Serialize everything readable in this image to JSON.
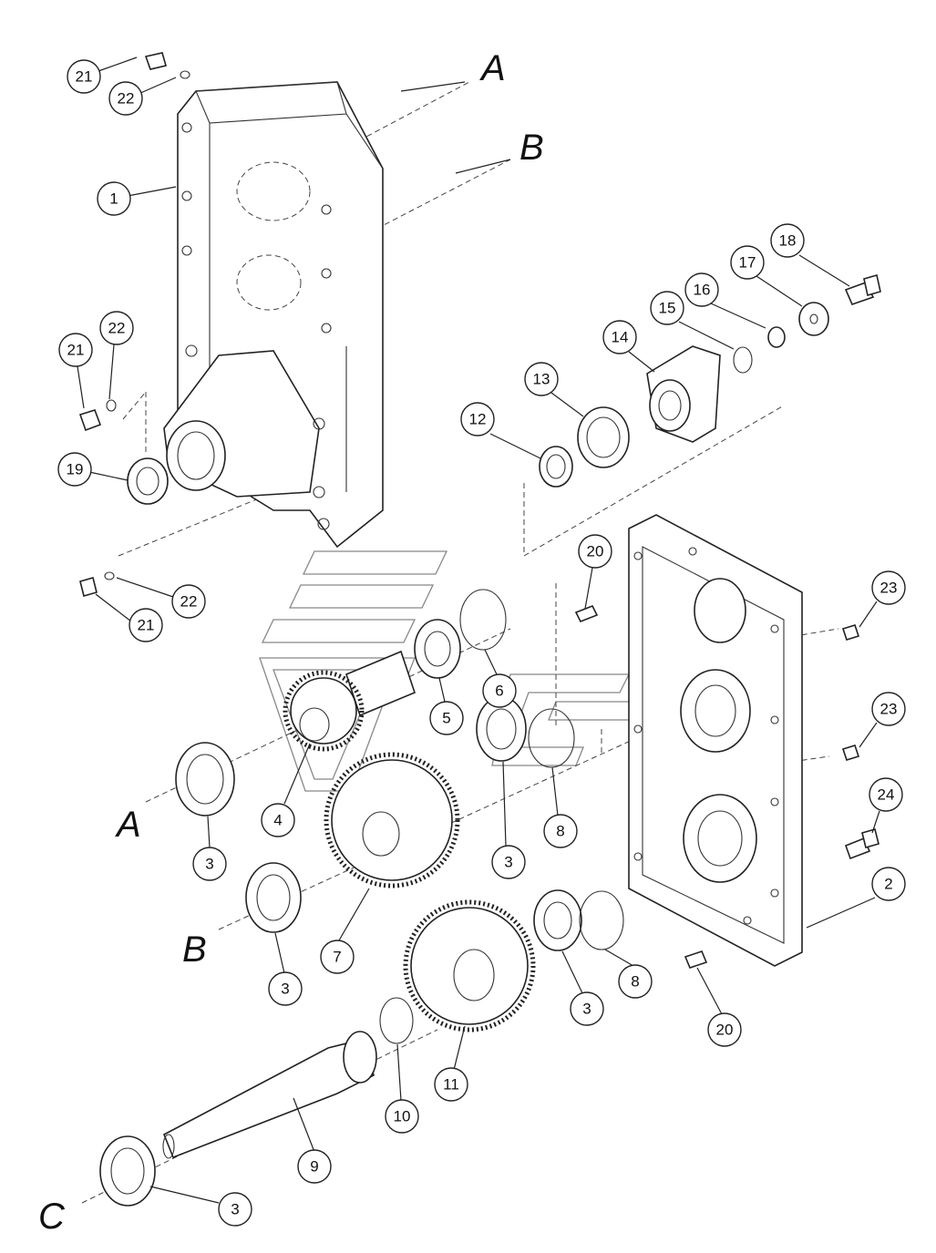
{
  "letters": [
    "A",
    "B",
    "A",
    "B",
    "C"
  ],
  "callouts": [
    {
      "id": "c21a",
      "label": "21"
    },
    {
      "id": "c22a",
      "label": "22"
    },
    {
      "id": "c1",
      "label": "1"
    },
    {
      "id": "c21b",
      "label": "21"
    },
    {
      "id": "c22b",
      "label": "22"
    },
    {
      "id": "c19",
      "label": "19"
    },
    {
      "id": "c22c",
      "label": "22"
    },
    {
      "id": "c21c",
      "label": "21"
    },
    {
      "id": "c12",
      "label": "12"
    },
    {
      "id": "c13",
      "label": "13"
    },
    {
      "id": "c14",
      "label": "14"
    },
    {
      "id": "c15",
      "label": "15"
    },
    {
      "id": "c16",
      "label": "16"
    },
    {
      "id": "c17",
      "label": "17"
    },
    {
      "id": "c18",
      "label": "18"
    },
    {
      "id": "c20a",
      "label": "20"
    },
    {
      "id": "c23a",
      "label": "23"
    },
    {
      "id": "c6",
      "label": "6"
    },
    {
      "id": "c5",
      "label": "5"
    },
    {
      "id": "c23b",
      "label": "23"
    },
    {
      "id": "c4",
      "label": "4"
    },
    {
      "id": "c3a",
      "label": "3"
    },
    {
      "id": "c3b",
      "label": "3"
    },
    {
      "id": "c8a",
      "label": "8"
    },
    {
      "id": "c24",
      "label": "24"
    },
    {
      "id": "c2",
      "label": "2"
    },
    {
      "id": "c7",
      "label": "7"
    },
    {
      "id": "c3c",
      "label": "3"
    },
    {
      "id": "c3d",
      "label": "3"
    },
    {
      "id": "c8b",
      "label": "8"
    },
    {
      "id": "c20b",
      "label": "20"
    },
    {
      "id": "c10",
      "label": "10"
    },
    {
      "id": "c11",
      "label": "11"
    },
    {
      "id": "c9",
      "label": "9"
    },
    {
      "id": "c3e",
      "label": "3"
    }
  ]
}
